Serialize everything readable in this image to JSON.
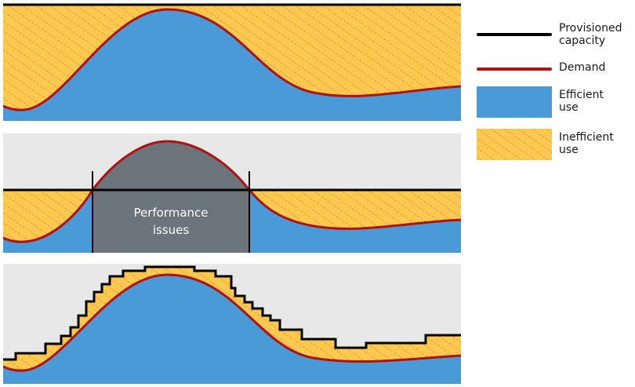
{
  "colors": {
    "panel_bg": "#e8e8e8",
    "efficient": "#4a9ad8",
    "inefficient_fill": "#fcc94f",
    "inefficient_hatch": "#e4604e",
    "demand": "#b01212",
    "capacity": "#000000",
    "issues": "#6b737b"
  },
  "panels": [
    {
      "id": "static-capacity"
    },
    {
      "id": "undersized-capacity",
      "label_line1": "Performance",
      "label_line2": "issues"
    },
    {
      "id": "stepped-autoscale"
    }
  ],
  "legend": {
    "capacity": "Provisioned capacity",
    "demand": "Demand",
    "efficient": "Efficient use",
    "inefficient": "Inefficient use"
  }
}
